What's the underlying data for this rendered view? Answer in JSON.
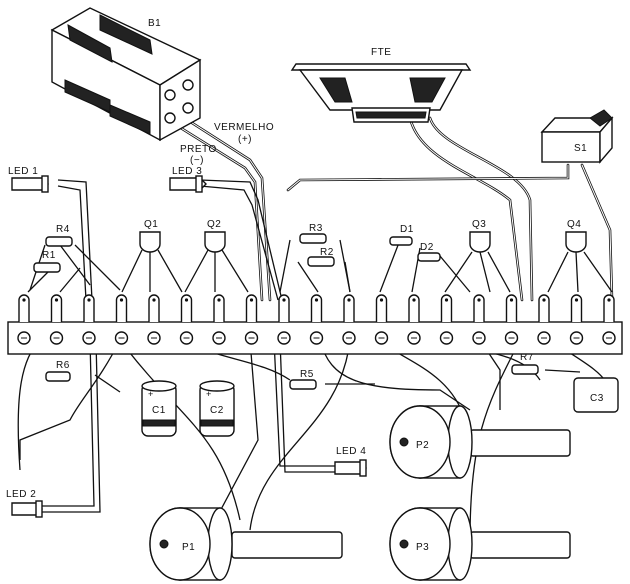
{
  "labels": {
    "b1": "B1",
    "fte": "FTE",
    "vermelho": "VERMELHO",
    "plus": "(+)",
    "preto": "PRETO",
    "minus": "(−)",
    "s1": "S1",
    "led1": "LED 1",
    "led2": "LED 2",
    "led3": "LED 3",
    "led4": "LED 4",
    "r1": "R1",
    "r2": "R2",
    "r3": "R3",
    "r4": "R4",
    "r5": "R5",
    "r6": "R6",
    "r7": "R7",
    "q1": "Q1",
    "q2": "Q2",
    "q3": "Q3",
    "q4": "Q4",
    "d1": "D1",
    "d2": "D2",
    "c1": "C1",
    "c2": "C2",
    "c3": "C3",
    "p1": "P1",
    "p2": "P2",
    "p3": "P3"
  },
  "terminal_strip": {
    "terminal_count": 19
  }
}
